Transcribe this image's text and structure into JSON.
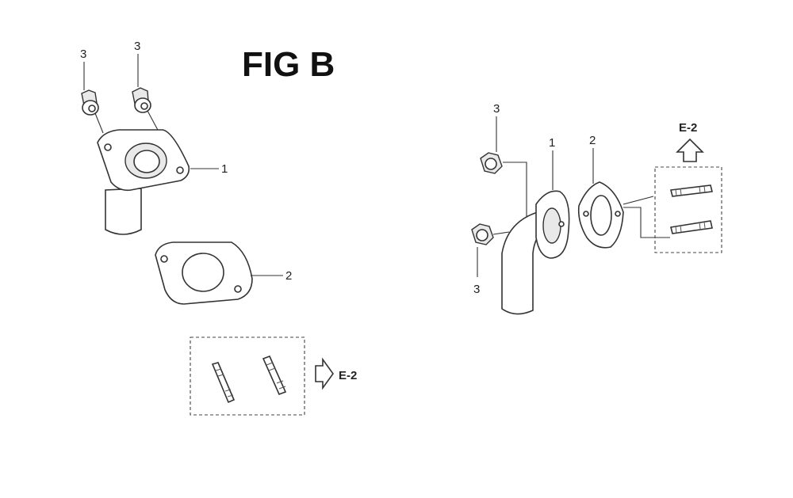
{
  "figure": {
    "title": "FIG B"
  },
  "left_view": {
    "callouts": {
      "bolt_a": "3",
      "bolt_b": "3",
      "joint": "1",
      "gasket": "2"
    },
    "reference": "E-2"
  },
  "right_view": {
    "callouts": {
      "bolt_top": "3",
      "bolt_bottom": "3",
      "joint": "1",
      "gasket": "2"
    },
    "reference": "E-2"
  },
  "colors": {
    "line": "#333333",
    "background": "#ffffff"
  }
}
